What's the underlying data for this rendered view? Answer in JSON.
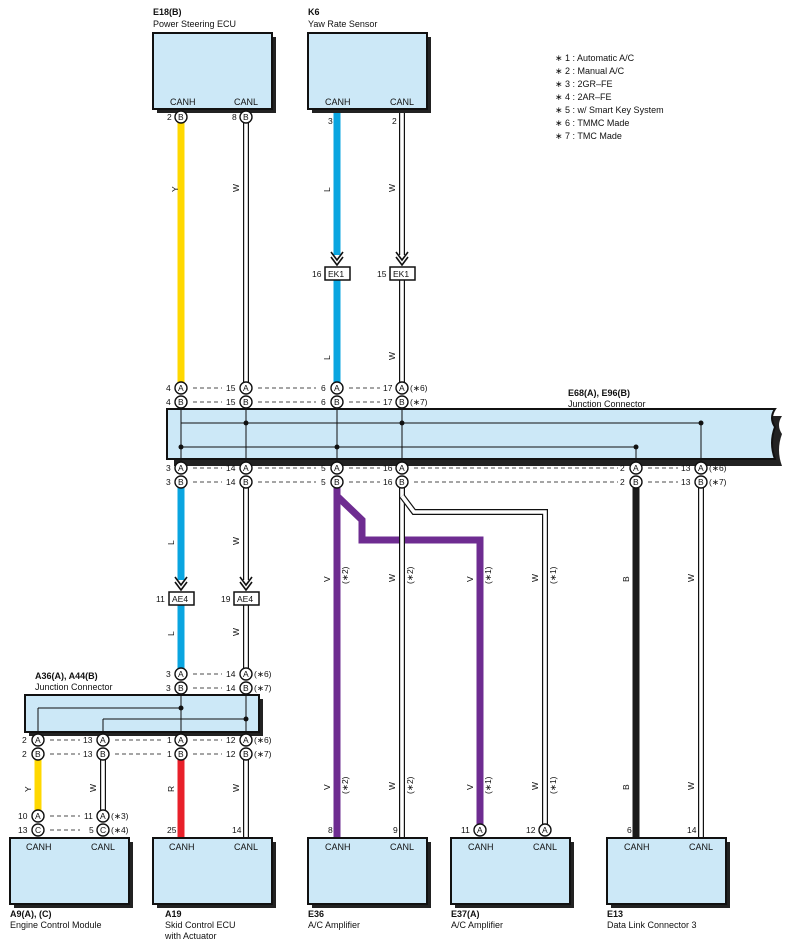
{
  "legend": [
    "∗ 1 : Automatic A/C",
    "∗ 2 : Manual A/C",
    "∗ 3 : 2GR–FE",
    "∗ 4 : 2AR–FE",
    "∗ 5 : w/ Smart Key System",
    "∗ 6 : TMMC Made",
    "∗ 7 : TMC Made"
  ],
  "components": {
    "e18": {
      "code": "E18(B)",
      "name": "Power Steering ECU",
      "canh": "CANH",
      "canl": "CANL"
    },
    "k6": {
      "code": "K6",
      "name": "Yaw Rate Sensor",
      "canh": "CANH",
      "canl": "CANL"
    },
    "e68": {
      "code": "E68(A), E96(B)",
      "name": "Junction Connector"
    },
    "a36": {
      "code": "A36(A), A44(B)",
      "name": "Junction Connector"
    },
    "a9": {
      "code": "A9(A), (C)",
      "name": "Engine Control Module",
      "canh": "CANH",
      "canl": "CANL"
    },
    "a19": {
      "code": "A19",
      "name1": "Skid Control ECU",
      "name2": "with Actuator",
      "canh": "CANH",
      "canl": "CANL"
    },
    "e36": {
      "code": "E36",
      "name": "A/C Amplifier",
      "canh": "CANH",
      "canl": "CANL"
    },
    "e37": {
      "code": "E37(A)",
      "name": "A/C Amplifier",
      "canh": "CANH",
      "canl": "CANL"
    },
    "e13": {
      "code": "E13",
      "name": "Data Link Connector 3",
      "canh": "CANH",
      "canl": "CANL"
    }
  },
  "connectors": {
    "ek1": "EK1",
    "ae4": "AE4"
  },
  "letters": {
    "a": "A",
    "b": "B",
    "c": "C"
  },
  "pins": {
    "e18_canh": "2",
    "e18_canl": "8",
    "k6_canh": "3",
    "k6_canl": "2",
    "ek1_l": "16",
    "ek1_w": "15",
    "j_top": [
      "4",
      "15",
      "6",
      "17"
    ],
    "j_topb": [
      "4",
      "15",
      "6",
      "17"
    ],
    "j_bot": [
      "3",
      "14",
      "5",
      "16",
      "2",
      "13"
    ],
    "j_botb": [
      "3",
      "14",
      "5",
      "16",
      "2",
      "13"
    ],
    "ae4_l": "11",
    "ae4_w": "19",
    "a36_top": [
      "3",
      "14"
    ],
    "a36_topb": [
      "3",
      "14"
    ],
    "a36_bot": [
      "2",
      "13",
      "1",
      "12"
    ],
    "a36_botb": [
      "2",
      "13",
      "1",
      "12"
    ],
    "a9_a": [
      "10",
      "11"
    ],
    "a9_c": [
      "13",
      "5"
    ],
    "a19_canh": "25",
    "a19_canl": "14",
    "e36_canh": "8",
    "e36_canl": "9",
    "e37_canh": "11",
    "e37_canl": "12",
    "e13_canh": "6",
    "e13_canl": "14"
  },
  "notes": {
    "n3": "(∗3)",
    "n4": "(∗4)",
    "n6": "(∗6)",
    "n7": "(∗7)",
    "n1": "(∗1)",
    "n2": "(∗2)"
  },
  "wires": {
    "y": "Y",
    "w": "W",
    "l": "L",
    "v": "V",
    "b": "B",
    "r": "R"
  },
  "colors": {
    "yellow": "#ffd800",
    "blue": "#0aa5e0",
    "purple": "#6e2c91",
    "black": "#1a1a1a",
    "red": "#e8202a",
    "box": "#cce8f7"
  }
}
